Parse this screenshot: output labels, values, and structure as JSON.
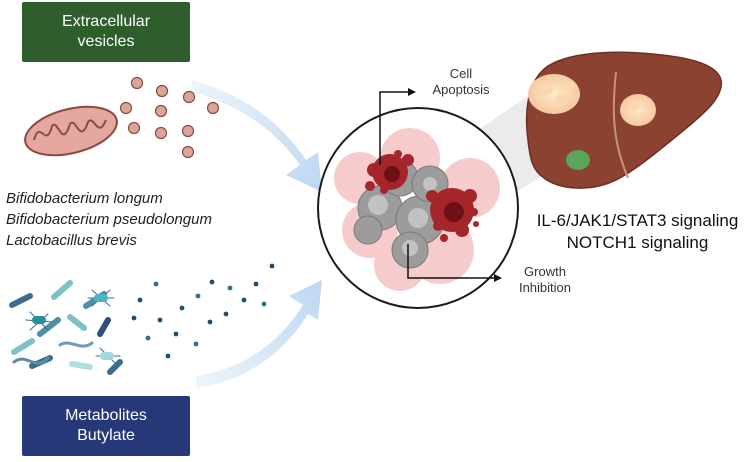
{
  "extracellular_box": {
    "line1": "Extracellular",
    "line2": "vesicles",
    "color": "#2e5e2c"
  },
  "metabolites_box": {
    "line1": "Metabolites",
    "line2": "Butylate",
    "color": "#263878"
  },
  "species": [
    "Bifidobacterium longum",
    "Bifidobacterium pseudolongum",
    "Lactobacillus brevis"
  ],
  "outcomes": {
    "apoptosis": {
      "line1": "Cell",
      "line2": "Apoptosis"
    },
    "growth": {
      "line1": "Growth",
      "line2": "Inhibition"
    }
  },
  "signaling": {
    "line1": "IL-6/JAK1/STAT3 signaling",
    "line2": "NOTCH1 signaling"
  },
  "colors": {
    "arrow": "#cfe2f6",
    "liver": "#8b4230",
    "tumor_red": "#a5262a",
    "tumor_gray": "#9b9b9b",
    "vesicle": "#c98a7e"
  }
}
